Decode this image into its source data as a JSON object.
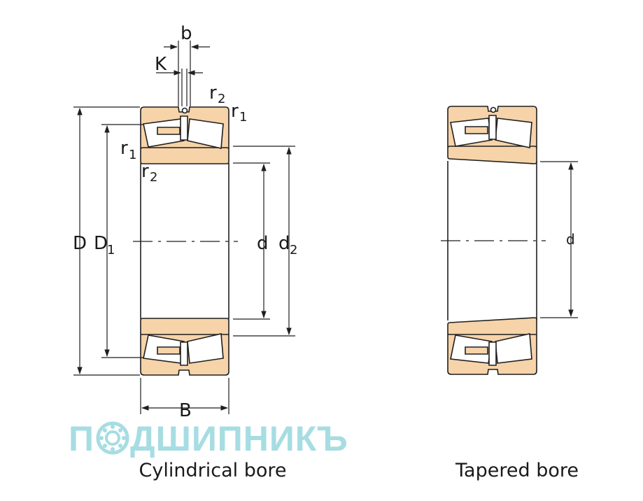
{
  "labels": {
    "b": "b",
    "K": "K",
    "r2_top": "r",
    "r2_top_sub": "2",
    "r1_top": "r",
    "r1_top_sub": "1",
    "r1_left": "r",
    "r1_left_sub": "1",
    "r2_left": "r",
    "r2_left_sub": "2",
    "D": "D",
    "D1": "D",
    "D1_sub": "1",
    "d": "d",
    "d2": "d",
    "d2_sub": "2",
    "B": "B",
    "d_tapered": "d"
  },
  "captions": {
    "cylindrical": "Cylindrical bore",
    "tapered": "Tapered bore"
  },
  "watermark": {
    "text_left": "П",
    "text_right": "ДШИПНИКЪ"
  },
  "colors": {
    "ring_fill": "#f6d3a9",
    "outline": "#1f1f1f",
    "watermark": "#a6dde3"
  }
}
